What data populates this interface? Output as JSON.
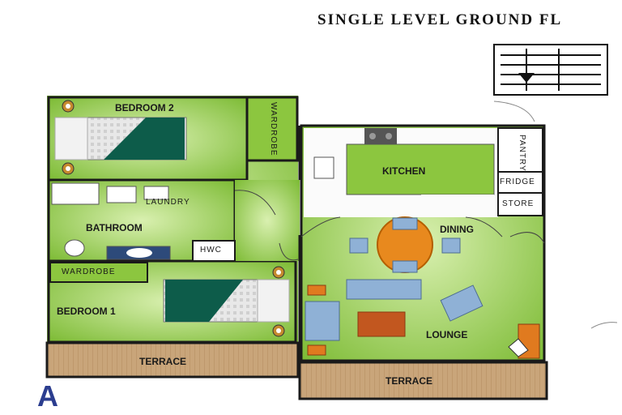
{
  "title": "SINGLE LEVEL GROUND FL",
  "unit_label": "A",
  "rooms": {
    "bedroom2": "BEDROOM 2",
    "wardrobe_top": "WARDROBE",
    "kitchen": "KITCHEN",
    "pantry": "PANTRY",
    "fridge": "FRIDGE",
    "store": "STORE",
    "laundry": "LAUNDRY",
    "bathroom": "BATHROOM",
    "hwc": "HWC",
    "dining": "DINING",
    "wardrobe_bottom": "WARDROBE",
    "bedroom1": "BEDROOM 1",
    "lounge": "LOUNGE",
    "terrace_left": "TERRACE",
    "terrace_right": "TERRACE"
  },
  "colors": {
    "floor": "#8cc63f",
    "floor_light": "#c8e89a",
    "wall": "#1a1a1a",
    "terrace": "#c9a57a",
    "bed_cover": "#0d5c4a",
    "sofa": "#8fb1d6",
    "table": "#e8891e",
    "unit_label": "#2b3d8f"
  }
}
